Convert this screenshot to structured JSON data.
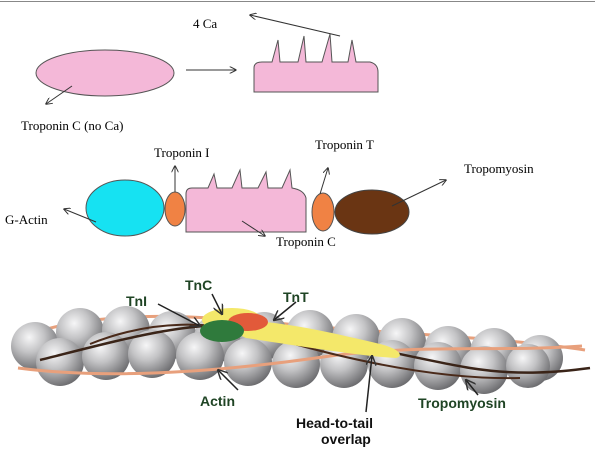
{
  "top_diagram": {
    "calcium_label": "4 Ca",
    "troponin_c_label": "Troponin C (no Ca)"
  },
  "middle_diagram": {
    "troponin_i_label": "Troponin I",
    "troponin_t_label": "Troponin T",
    "tropomyosin_label": "Tropomyosin",
    "g_actin_label": "G-Actin",
    "troponin_c_label": "Troponin C"
  },
  "bottom_diagram": {
    "tnc_label": "TnC",
    "tni_label": "TnI",
    "tnt_label": "TnT",
    "actin_label": "Actin",
    "overlap_label_line1": "Head-to-tail",
    "overlap_label_line2": "overlap",
    "tropomyosin_label": "Tropomyosin"
  },
  "colors": {
    "troponin_c": "#f4b8d8",
    "g_actin": "#16e2f2",
    "troponin_i_t": "#f08244",
    "tropomyosin_body": "#6a3513",
    "tnc_yellow": "#f4e86a",
    "tni_green": "#2f7a3c",
    "tnt_red": "#e25a3a",
    "actin_gray": "#b9b9bb",
    "label_green": "#1f4424"
  }
}
